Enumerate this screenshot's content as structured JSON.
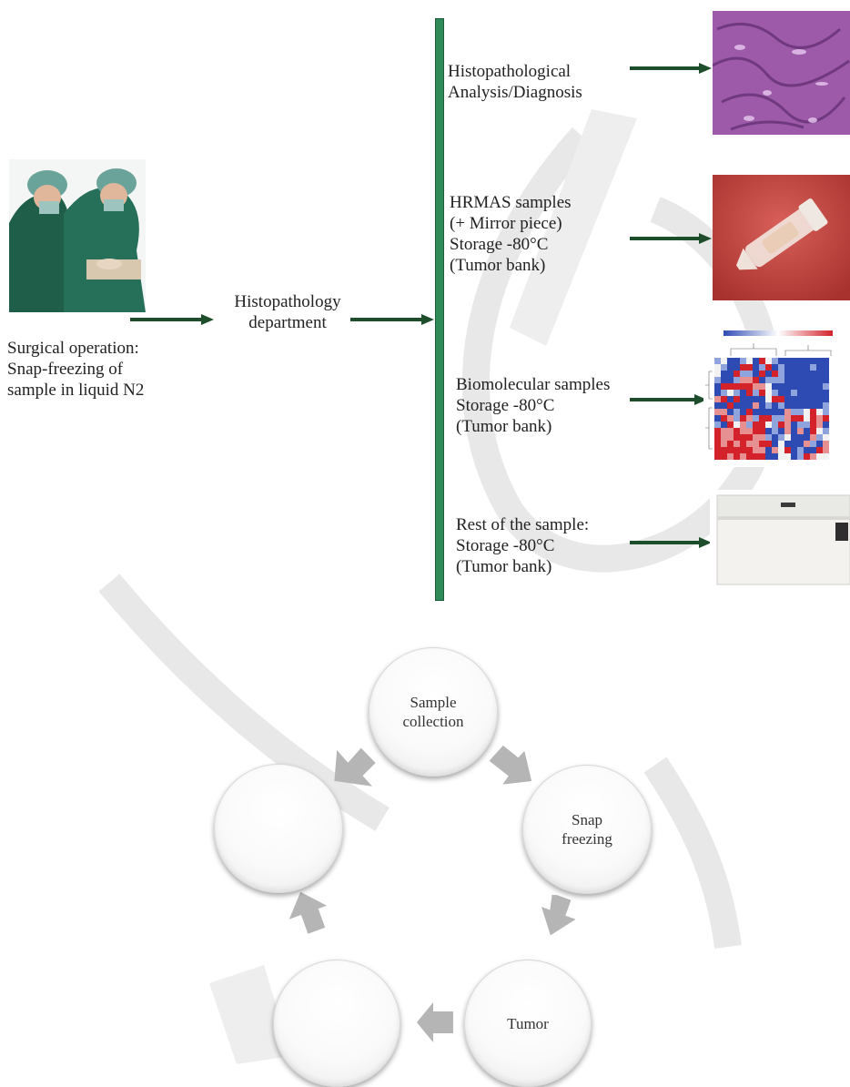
{
  "left": {
    "caption": "Surgical operation:\nSnap-freezing of\nsample in liquid N2",
    "photo_icon": "surgeons-photo"
  },
  "middle": {
    "label": "Histopathology\ndepartment"
  },
  "branches": [
    {
      "label": "Histopathological\nAnalysis/Diagnosis",
      "photo_icon": "histology-slide-photo"
    },
    {
      "label": "HRMAS samples\n(+ Mirror piece)\nStorage -80°C\n(Tumor bank)",
      "photo_icon": "sample-tube-photo"
    },
    {
      "label": "Biomolecular samples\nStorage -80°C\n(Tumor bank)",
      "photo_icon": "heatmap-photo"
    },
    {
      "label": "Rest of the sample:\nStorage -80°C\n(Tumor bank)",
      "photo_icon": "freezer-photo"
    }
  ],
  "cycle": {
    "steps": [
      {
        "label": "Sample\ncollection"
      },
      {
        "label": "Snap\nfreezing"
      },
      {
        "label": "Tumor"
      },
      {
        "label": ""
      },
      {
        "label": ""
      }
    ]
  },
  "colors": {
    "arrow": "#1e4d2b",
    "bar": "#2e8b57",
    "watermark": "#e6e6e6",
    "cycle_arrow": "#b5b5b5"
  }
}
